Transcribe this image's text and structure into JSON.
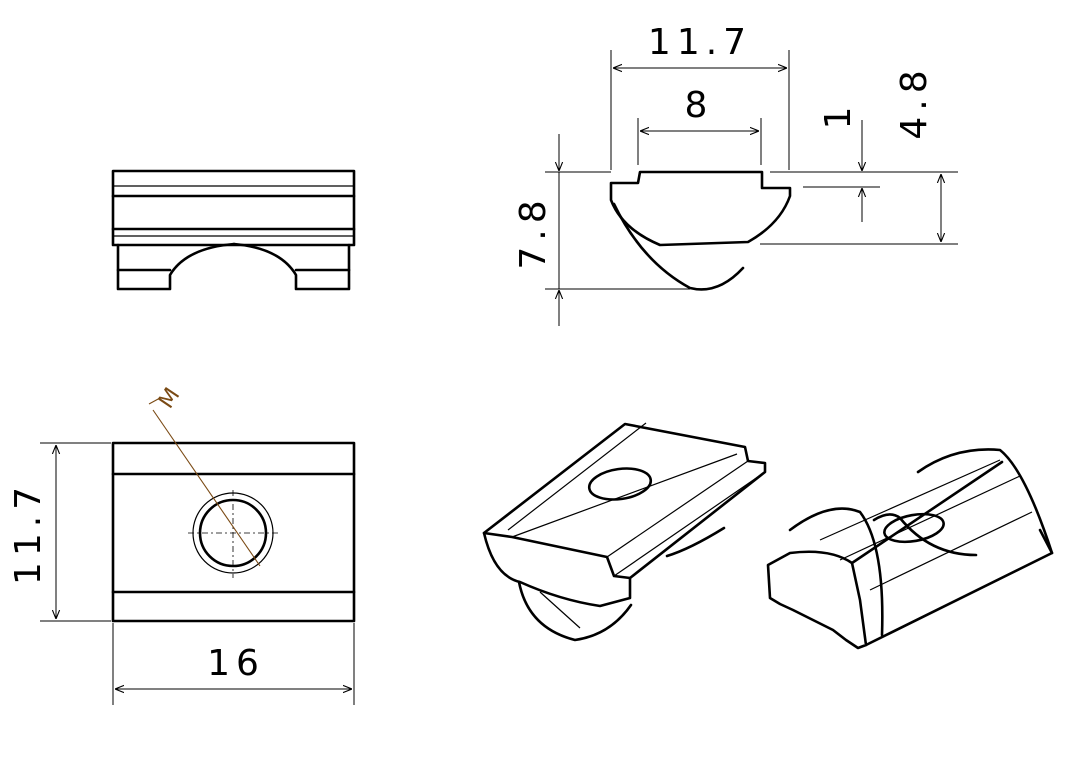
{
  "dimensions": {
    "top_width": "11.7",
    "inner_width": "8",
    "lip": "1",
    "upper_height": "4.8",
    "total_height": "7.8",
    "plan_height": "11.7",
    "plan_width": "16"
  },
  "thread_label": "M"
}
